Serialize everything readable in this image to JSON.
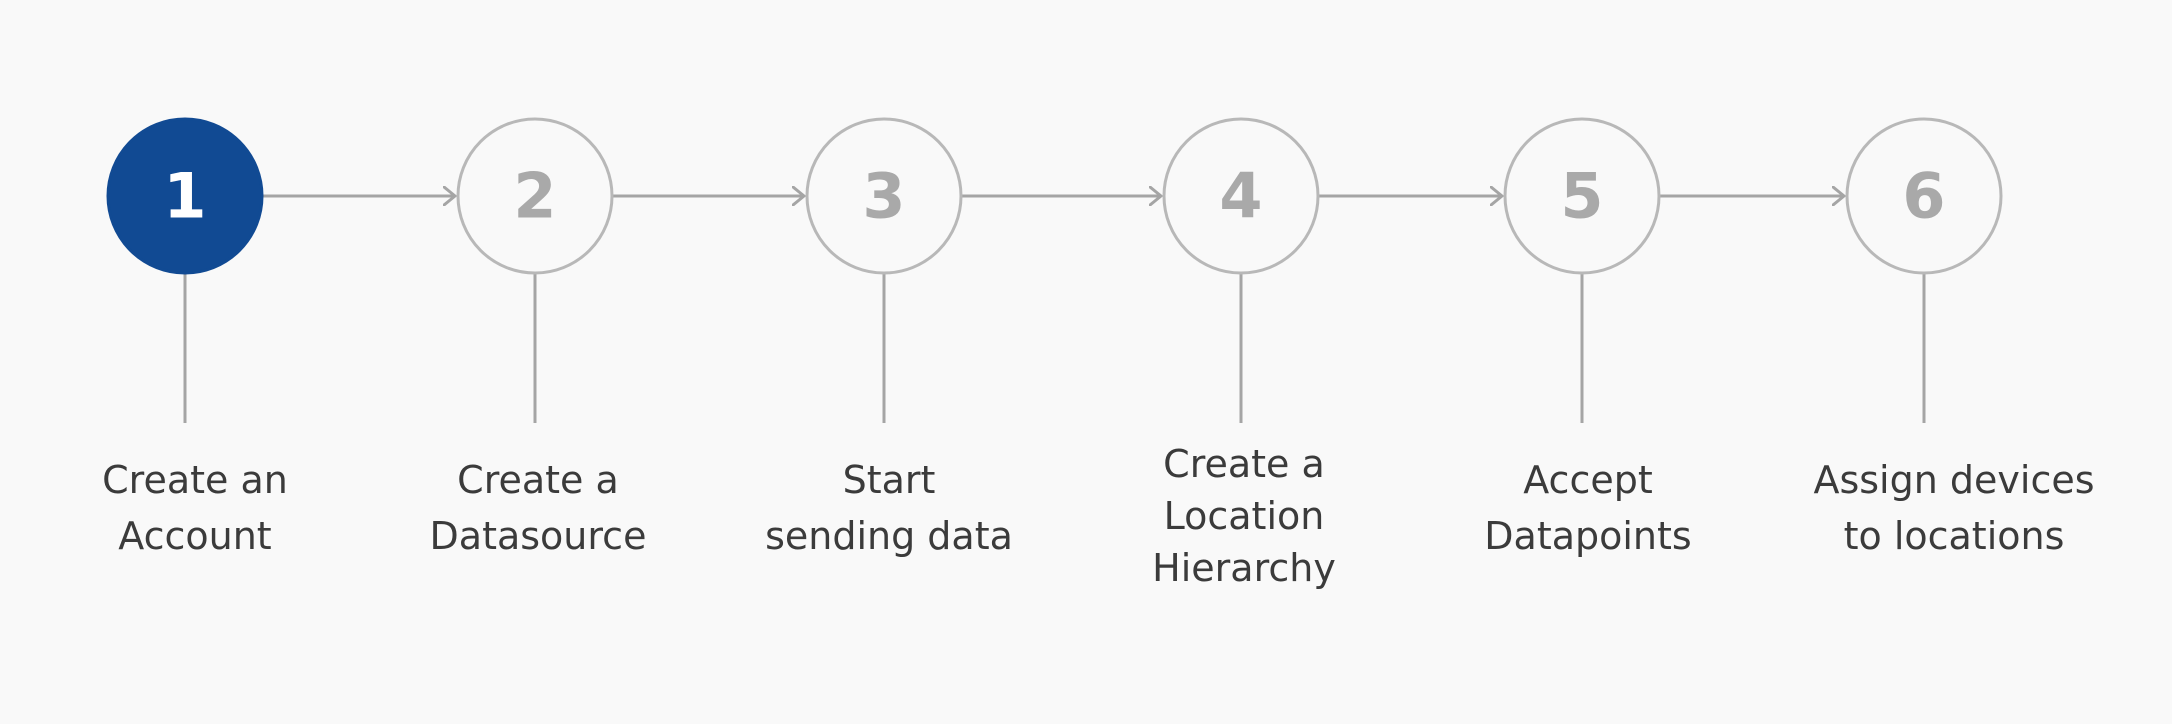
{
  "colors": {
    "active": "#114a93",
    "inactive_stroke": "#b8b8b8",
    "connector": "#a5a5a5",
    "label_text": "#3b3b3b"
  },
  "steps": [
    {
      "number": "1",
      "active": true,
      "label_lines": [
        "Create an",
        "Account"
      ]
    },
    {
      "number": "2",
      "active": false,
      "label_lines": [
        "Create a",
        "Datasource"
      ]
    },
    {
      "number": "3",
      "active": false,
      "label_lines": [
        "Start",
        "sending data"
      ]
    },
    {
      "number": "4",
      "active": false,
      "label_lines": [
        "Create a",
        "Location",
        "Hierarchy"
      ]
    },
    {
      "number": "5",
      "active": false,
      "label_lines": [
        "Accept",
        "Datapoints"
      ]
    },
    {
      "number": "6",
      "active": false,
      "label_lines": [
        "Assign devices",
        "to locations"
      ]
    }
  ]
}
